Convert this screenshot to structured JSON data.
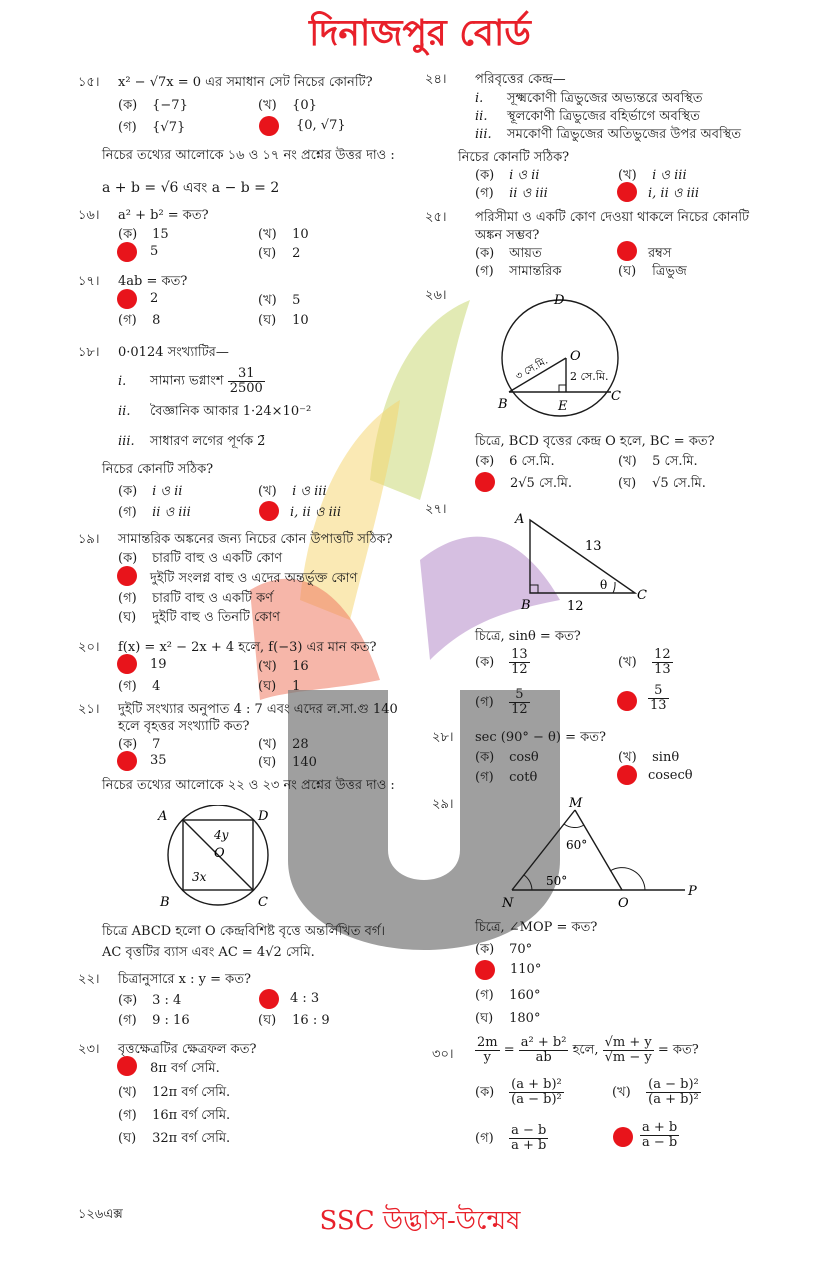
{
  "header": {
    "title": "দিনাজপুর বোর্ড"
  },
  "footer": {
    "page": "১২৬এক্স",
    "brand": "SSC উদ্ভাস-উন্মেষ"
  },
  "q15": {
    "num": "১৫।",
    "text": "x² − √7x = 0 এর সমাধান সেট নিচের কোনটি?",
    "opts": [
      [
        "(ক)",
        "{−7}"
      ],
      [
        "(খ)",
        "{0}"
      ],
      [
        "(গ)",
        "{√7}"
      ],
      [
        "",
        "{0, √7}"
      ]
    ]
  },
  "info1617": {
    "line1": "নিচের তথ্যের আলোকে ১৬ ও ১৭ নং প্রশ্নের উত্তর দাও :",
    "line2": "a + b = √6 এবং a − b = 2"
  },
  "q16": {
    "num": "১৬।",
    "text": "a² + b² = কত?",
    "opts": [
      [
        "(ক)",
        "15"
      ],
      [
        "(খ)",
        "10"
      ],
      [
        "",
        "5"
      ],
      [
        "(ঘ)",
        "2"
      ]
    ]
  },
  "q17": {
    "num": "১৭।",
    "text": "4ab = কত?",
    "opts": [
      [
        "",
        "2"
      ],
      [
        "(খ)",
        "5"
      ],
      [
        "(গ)",
        "8"
      ],
      [
        "(ঘ)",
        "10"
      ]
    ]
  },
  "q18": {
    "num": "১৮।",
    "text": "0·0124 সংখ্যাটির—",
    "i_label": "i.",
    "i_text": "সামান্য ভগ্নাংশ",
    "i_num": "31",
    "i_den": "2500",
    "ii_label": "ii.",
    "ii_text": "বৈজ্ঞানিক আকার 1·24×10⁻²",
    "iii_label": "iii.",
    "iii_text": "সাধারণ লগের পূর্ণক 2̄",
    "prompt": "নিচের কোনটি সঠিক?",
    "opts": [
      [
        "(ক)",
        "i ও ii"
      ],
      [
        "(খ)",
        "i ও iii"
      ],
      [
        "(গ)",
        "ii ও iii"
      ],
      [
        "",
        "i, ii ও iii"
      ]
    ]
  },
  "q19": {
    "num": "১৯।",
    "text": "সামান্তরিক অঙ্কনের জন্য নিচের কোন উপাত্তটি সঠিক?",
    "opts": [
      [
        "(ক)",
        "চারটি বাহু ও একটি কোণ"
      ],
      [
        "",
        "দুইটি সংলগ্ন বাহু ও এদের অন্তর্ভুক্ত কোণ"
      ],
      [
        "(গ)",
        "চারটি বাহু ও একটি কর্ণ"
      ],
      [
        "(ঘ)",
        "দুইটি বাহু ও তিনটি কোণ"
      ]
    ]
  },
  "q20": {
    "num": "২০।",
    "text": "f(x) = x² − 2x + 4 হলে, f(−3) এর মান কত?",
    "opts": [
      [
        "",
        "19"
      ],
      [
        "(খ)",
        "16"
      ],
      [
        "(গ)",
        "4"
      ],
      [
        "(ঘ)",
        "1"
      ]
    ]
  },
  "q21": {
    "num": "২১।",
    "text1": "দুইটি সংখ্যার অনুপাত 4 : 7 এবং এদের ল.সা.গু 140",
    "text2": "হলে বৃহত্তর সংখ্যাটি কত?",
    "opts": [
      [
        "(ক)",
        "7"
      ],
      [
        "(খ)",
        "28"
      ],
      [
        "",
        "35"
      ],
      [
        "(ঘ)",
        "140"
      ]
    ]
  },
  "info2223": {
    "line1": "নিচের তথ্যের আলোকে ২২ ও ২৩ নং প্রশ্নের উত্তর দাও :",
    "fig": {
      "A": "A",
      "D": "D",
      "B": "B",
      "C": "C",
      "O": "O",
      "a1": "4y",
      "a2": "3x"
    },
    "cap1": "চিত্রে ABCD হলো O কেন্দ্রবিশিষ্ট বৃত্তে অন্তর্লিখিত বর্গ।",
    "cap2": "AC বৃত্তটির ব্যাস এবং AC = 4√2 সেমি."
  },
  "q22": {
    "num": "২২।",
    "text": "চিত্রানুসারে x : y = কত?",
    "opts": [
      [
        "(ক)",
        "3 : 4"
      ],
      [
        "",
        "4 : 3"
      ],
      [
        "(গ)",
        "9 : 16"
      ],
      [
        "(ঘ)",
        "16 : 9"
      ]
    ]
  },
  "q23": {
    "num": "২৩।",
    "text": "বৃত্তক্ষেত্রটির ক্ষেত্রফল কত?",
    "opts": [
      [
        "",
        "8π বর্গ সেমি."
      ],
      [
        "(খ)",
        "12π বর্গ সেমি."
      ],
      [
        "(গ)",
        "16π বর্গ সেমি."
      ],
      [
        "(ঘ)",
        "32π বর্গ সেমি."
      ]
    ]
  },
  "q24": {
    "num": "২৪।",
    "text": "পরিবৃত্তের কেন্দ্র—",
    "i_label": "i.",
    "i_text": "সূক্ষ্মকোণী ত্রিভুজের অভ্যন্তরে অবস্থিত",
    "ii_label": "ii.",
    "ii_text": "স্থূলকোণী ত্রিভুজের বহির্ভাগে অবস্থিত",
    "iii_label": "iii.",
    "iii_text": "সমকোণী ত্রিভুজের অতিভুজের উপর অবস্থিত",
    "prompt": "নিচের কোনটি সঠিক?",
    "opts": [
      [
        "(ক)",
        "i ও ii"
      ],
      [
        "(খ)",
        "i ও iii"
      ],
      [
        "(গ)",
        "ii ও iii"
      ],
      [
        "",
        "i, ii ও iii"
      ]
    ]
  },
  "q25": {
    "num": "২৫।",
    "text1": "পরিসীমা ও একটি কোণ দেওয়া থাকলে নিচের কোনটি",
    "text2": "অঙ্কন সম্ভব?",
    "opts": [
      [
        "(ক)",
        "আয়ত"
      ],
      [
        "",
        "রম্বস"
      ],
      [
        "(গ)",
        "সামান্তরিক"
      ],
      [
        "(ঘ)",
        "ত্রিভুজ"
      ]
    ]
  },
  "q26": {
    "num": "২৬।",
    "fig": {
      "D": "D",
      "O": "O",
      "B": "B",
      "E": "E",
      "C": "C",
      "r": "৩ সে.মি.",
      "h": "2 সে.মি."
    },
    "text": "চিত্রে, BCD বৃত্তের কেন্দ্র O হলে, BC = কত?",
    "opts": [
      [
        "(ক)",
        "6 সে.মি."
      ],
      [
        "(খ)",
        "5 সে.মি."
      ],
      [
        "",
        "2√5 সে.মি."
      ],
      [
        "(ঘ)",
        "√5 সে.মি."
      ]
    ]
  },
  "q27": {
    "num": "২৭।",
    "fig": {
      "A": "A",
      "B": "B",
      "C": "C",
      "hyp": "13",
      "base": "12",
      "theta": "θ"
    },
    "text": "চিত্রে, sinθ = কত?",
    "opts": [
      [
        "(ক)",
        "13",
        "12"
      ],
      [
        "(খ)",
        "12",
        "13"
      ],
      [
        "(গ)",
        "5",
        "12"
      ],
      [
        "",
        "5",
        "13"
      ]
    ]
  },
  "q28": {
    "num": "২৮।",
    "text": "sec (90° − θ) = কত?",
    "opts": [
      [
        "(ক)",
        "cosθ"
      ],
      [
        "(খ)",
        "sinθ"
      ],
      [
        "(গ)",
        "cotθ"
      ],
      [
        "",
        "cosecθ"
      ]
    ]
  },
  "q29": {
    "num": "২৯।",
    "fig": {
      "M": "M",
      "N": "N",
      "O": "O",
      "P": "P",
      "a60": "60°",
      "a50": "50°"
    },
    "text": "চিত্রে, ∠MOP = কত?",
    "opts": [
      [
        "(ক)",
        "70°"
      ],
      [
        "",
        "110°"
      ],
      [
        "(গ)",
        "160°"
      ],
      [
        "(ঘ)",
        "180°"
      ]
    ]
  },
  "q30": {
    "num": "৩০।",
    "lhs_n": "2m",
    "lhs_d": "y",
    "mid_n": "a² + b²",
    "mid_d": "ab",
    "hole": "হলে,",
    "r_n": "√m + y",
    "r_d": "√m − y",
    "tail": "= কত?",
    "opts": [
      [
        "(ক)",
        "(a + b)²",
        "(a − b)²"
      ],
      [
        "(খ)",
        "(a − b)²",
        "(a + b)²"
      ],
      [
        "(গ)",
        "a − b",
        "a + b"
      ],
      [
        "",
        "a + b",
        "a − b"
      ]
    ]
  },
  "colors": {
    "accent": "#e8202a",
    "dot": "#e8141b"
  }
}
